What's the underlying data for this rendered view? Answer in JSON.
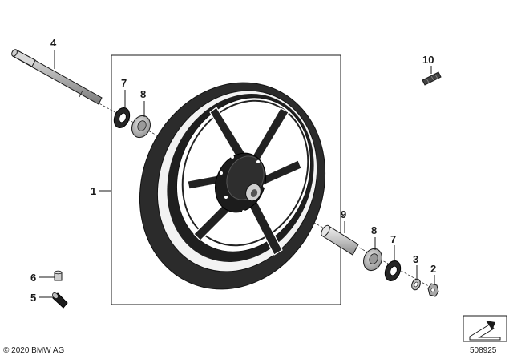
{
  "callouts": {
    "c1": "1",
    "c2": "2",
    "c3": "3",
    "c4": "4",
    "c5": "5",
    "c6": "6",
    "c7a": "7",
    "c7b": "7",
    "c8a": "8",
    "c8b": "8",
    "c9": "9",
    "c10": "10"
  },
  "footer": {
    "copyright": "© 2020 BMW AG",
    "diagram_number": "508925"
  },
  "colors": {
    "line": "#1a1a1a",
    "tire": "#2b2b2b",
    "metal": "#bdbdbd",
    "rubber": "#262626"
  },
  "icons": {
    "nav_icon": "arrow-corner-icon"
  }
}
